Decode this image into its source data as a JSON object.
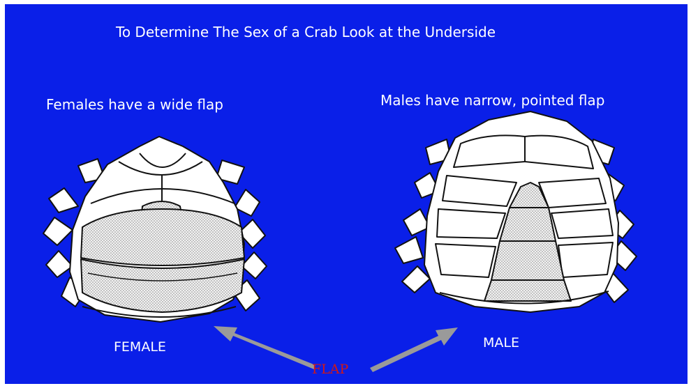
{
  "title": "To Determine The Sex of a Crab Look at the Underside",
  "female": {
    "caption": "Females have a wide flap",
    "label": "FEMALE"
  },
  "male": {
    "caption": "Males have narrow, pointed flap",
    "label": "MALE"
  },
  "pointer": {
    "label": "FLAP"
  },
  "colors": {
    "background": "#0a1fe8",
    "text": "#ffffff",
    "flap_label": "#d01818",
    "arrow": "#9a9a9a",
    "shell": "#ffffff",
    "flap_fill": "#d8d8d8"
  }
}
